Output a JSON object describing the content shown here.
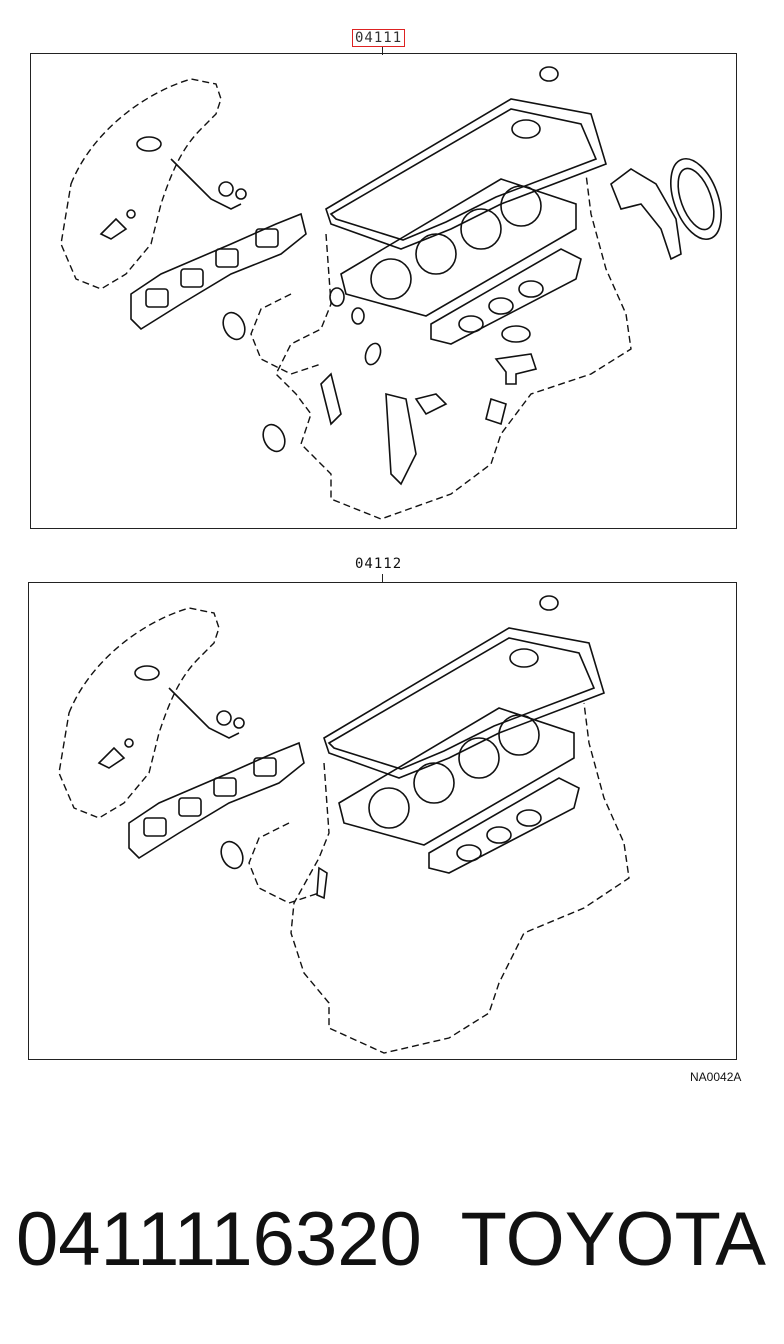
{
  "diagram": {
    "top_panel_label": "04111",
    "bottom_panel_label": "04112",
    "diagram_code": "NA0042A",
    "highlight_color": "#dd2222"
  },
  "caption": {
    "part_number": "0411116320",
    "brand": "TOYOTA"
  }
}
